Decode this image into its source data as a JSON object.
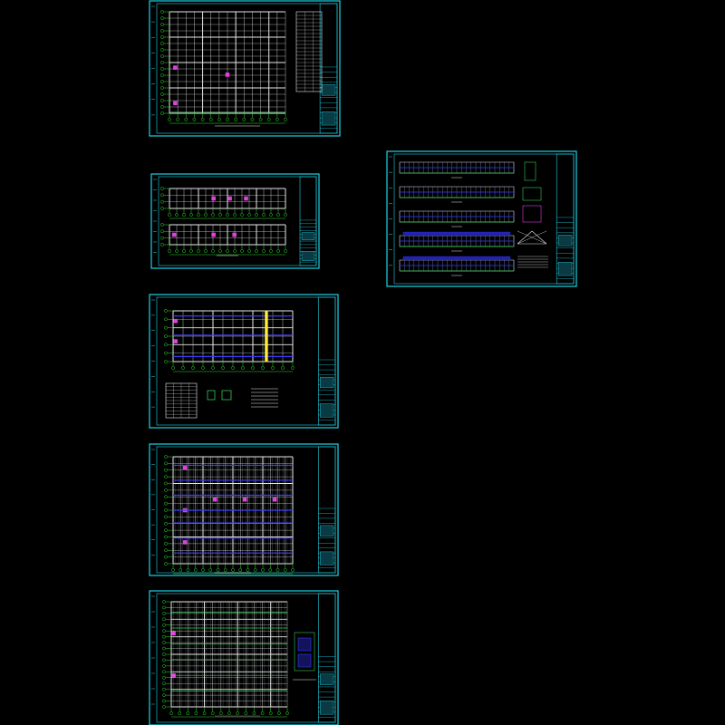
{
  "canvas": {
    "background": "#000000"
  },
  "colors": {
    "frame": "#1fd3e6",
    "grid": "#e8e8e8",
    "axis": "#33dd33",
    "accent_magenta": "#e040e0",
    "accent_blue": "#3a3aff",
    "accent_yellow": "#ffee33",
    "accent_green": "#33cc55",
    "title_block": "#1fd3e6"
  },
  "sheets": [
    {
      "id": "sheet-1",
      "kind": "plan"
    },
    {
      "id": "sheet-2",
      "kind": "elevation"
    },
    {
      "id": "sheet-3",
      "kind": "plan-with-table"
    },
    {
      "id": "sheet-4",
      "kind": "plan-dense"
    },
    {
      "id": "sheet-5",
      "kind": "plan-with-details"
    },
    {
      "id": "sheet-6",
      "kind": "sections-and-details"
    }
  ]
}
